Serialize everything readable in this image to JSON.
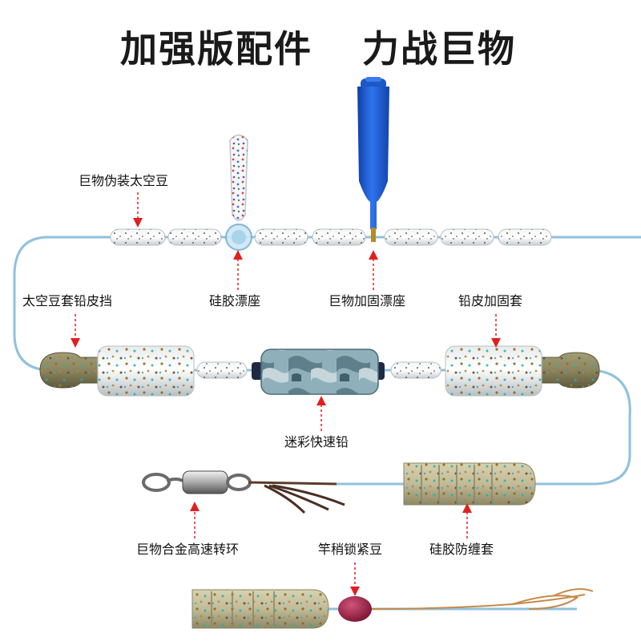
{
  "titles": {
    "left": "加强版配件",
    "right": "力战巨物"
  },
  "labels": {
    "space_beans": "巨物伪装太空豆",
    "silicone_float_seat": "硅胶漂座",
    "reinforced_float_seat": "巨物加固漂座",
    "bean_lead_stopper": "太空豆套铅皮挡",
    "lead_reinforce_sleeve": "铅皮加固套",
    "camo_quick_lead": "迷彩快速铅",
    "alloy_swivel": "巨物合金高速转环",
    "rod_tip_lock_bean": "竿稍锁紧豆",
    "anti_tangle_sleeve": "硅胶防缠套"
  },
  "colors": {
    "line": "#8fc1dd",
    "arrow": "#e02020",
    "blue_float_seat": "#1f5fd6",
    "camo": "#7b98a3",
    "bead": "#9a1d3a",
    "weight_stopper": "#8c8560"
  }
}
